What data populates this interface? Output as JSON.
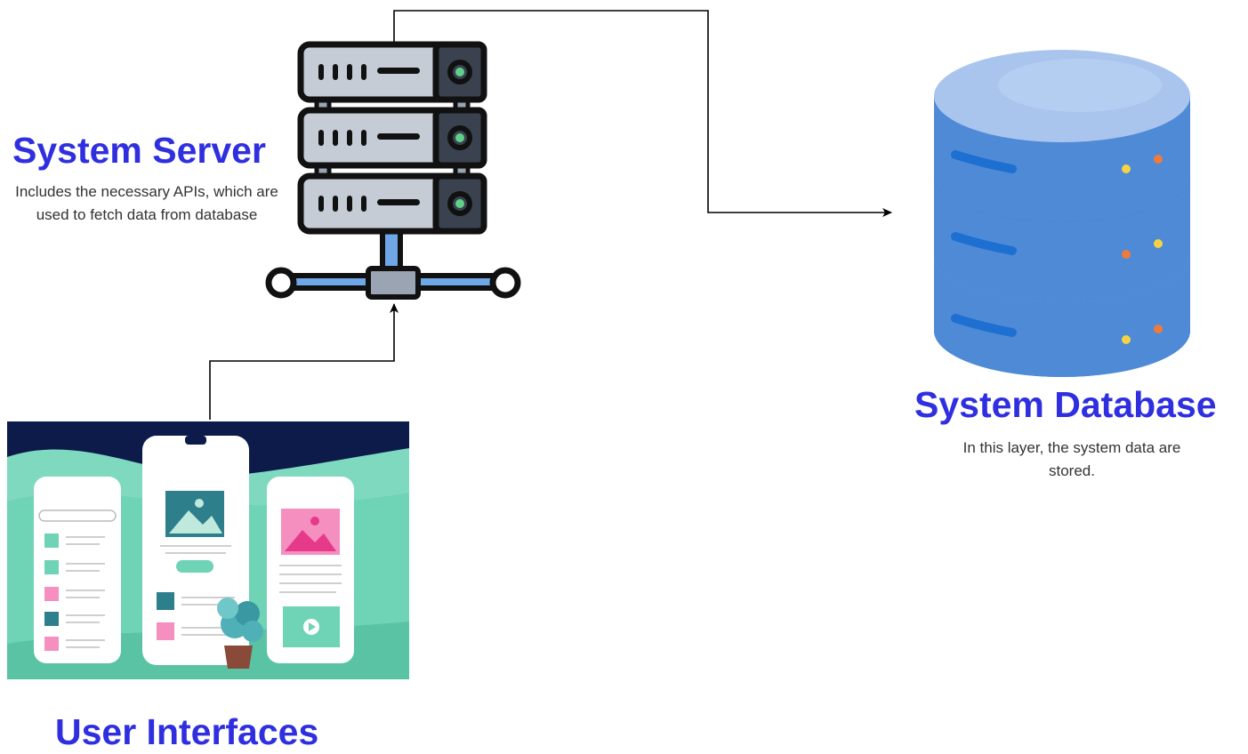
{
  "nodes": {
    "server": {
      "title": "System Server",
      "description": "Includes the necessary APIs, which are used to fetch data from database",
      "icon": "server-rack-icon"
    },
    "database": {
      "title": "System Database",
      "description": "In this layer, the system data are stored.",
      "icon": "database-cylinder-icon"
    },
    "ui": {
      "title": "User Interfaces",
      "icon": "mobile-ui-illustration"
    }
  },
  "edges": [
    {
      "from": "ui",
      "to": "server"
    },
    {
      "from": "server",
      "to": "database"
    }
  ],
  "colors": {
    "title": "#2f2fe0",
    "connector": "#000000",
    "db_blue": "#4f8ad6",
    "db_top": "#a9c5ee",
    "server_body": "#c5ccd6",
    "server_dark": "#3a4250",
    "ui_bg_dark": "#0c1b4a",
    "ui_bg_teal": "#6fd3b6"
  }
}
